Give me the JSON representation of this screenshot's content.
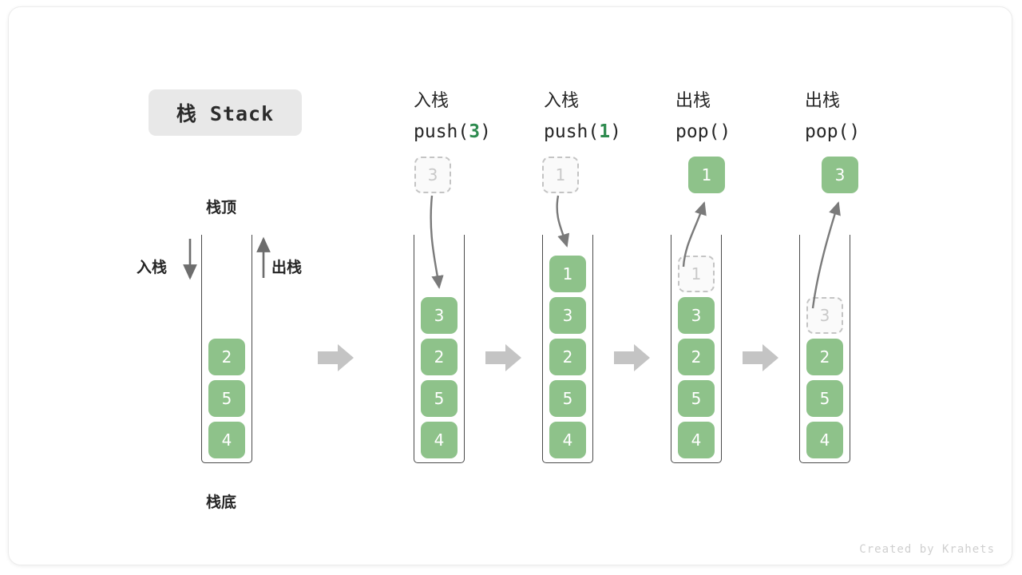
{
  "title": {
    "text": "栈 Stack"
  },
  "labels": {
    "top": "栈顶",
    "bottom": "栈底",
    "push": "入栈",
    "pop": "出栈"
  },
  "credit": "Created by Krahets",
  "colors": {
    "cell_fill": "#8ec28a",
    "cell_text": "#ffffff",
    "ghost_border": "#c4c4c4",
    "ghost_text": "#c9c9c9",
    "accent_number": "#2e8b4f",
    "arrow": "#7a7a7a",
    "connector": "#c4c4c4",
    "container_border": "#4a4a4a",
    "chip_bg": "#e8e8e8"
  },
  "stages": [
    {
      "id": "initial",
      "head_cn": "",
      "head_code": "",
      "head_num": "",
      "cells": [
        "2",
        "5",
        "4"
      ],
      "ghost_index": -1,
      "floating": null
    },
    {
      "id": "push-3",
      "head_cn": "入栈",
      "head_code_pre": "push(",
      "head_num": "3",
      "head_code_post": ")",
      "cells": [
        "3",
        "2",
        "5",
        "4"
      ],
      "ghost_index": -1,
      "floating": {
        "value": "3",
        "kind": "ghost"
      }
    },
    {
      "id": "push-1",
      "head_cn": "入栈",
      "head_code_pre": "push(",
      "head_num": "1",
      "head_code_post": ")",
      "cells": [
        "1",
        "3",
        "2",
        "5",
        "4"
      ],
      "ghost_index": -1,
      "floating": {
        "value": "1",
        "kind": "ghost"
      }
    },
    {
      "id": "pop-1",
      "head_cn": "出栈",
      "head_code_pre": "pop(",
      "head_num": "",
      "head_code_post": ")",
      "cells": [
        "1",
        "3",
        "2",
        "5",
        "4"
      ],
      "ghost_index": 0,
      "floating": {
        "value": "1",
        "kind": "solid"
      }
    },
    {
      "id": "pop-3",
      "head_cn": "出栈",
      "head_code_pre": "pop(",
      "head_num": "",
      "head_code_post": ")",
      "cells": [
        "3",
        "2",
        "5",
        "4"
      ],
      "ghost_index": 0,
      "floating": {
        "value": "3",
        "kind": "solid"
      }
    }
  ]
}
